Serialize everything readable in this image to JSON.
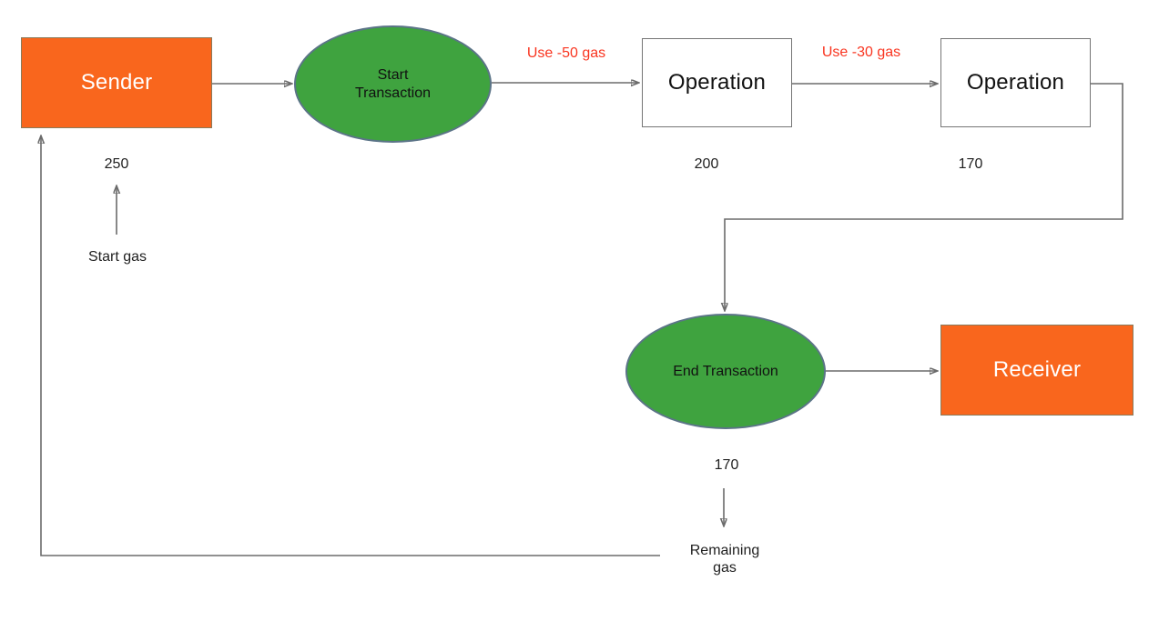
{
  "diagram": {
    "description": "Gas flow of a transaction from Sender through operations to Receiver",
    "nodes": {
      "sender": {
        "label": "Sender",
        "shape": "rectangle",
        "fill": "#f9661d",
        "text_color": "#ffffff"
      },
      "start_transaction": {
        "label": "Start Transaction",
        "shape": "ellipse",
        "fill": "#3fa33f",
        "text_color": "#111111"
      },
      "operation_1": {
        "label": "Operation",
        "shape": "rectangle",
        "fill": "#ffffff",
        "text_color": "#111111"
      },
      "operation_2": {
        "label": "Operation",
        "shape": "rectangle",
        "fill": "#ffffff",
        "text_color": "#111111"
      },
      "end_transaction": {
        "label": "End Transaction",
        "shape": "ellipse",
        "fill": "#3fa33f",
        "text_color": "#111111"
      },
      "receiver": {
        "label": "Receiver",
        "shape": "rectangle",
        "fill": "#f9661d",
        "text_color": "#ffffff"
      }
    },
    "edge_labels": {
      "use_50": "Use -50 gas",
      "use_30": "Use -30 gas"
    },
    "gas_values": {
      "start": "250",
      "after_operation_1": "200",
      "after_operation_2": "170",
      "end": "170"
    },
    "annotations": {
      "start_gas": "Start gas",
      "remaining_gas": "Remaining gas"
    },
    "colors": {
      "node_orange": "#f9661d",
      "node_green": "#3fa33f",
      "edge_label_red": "#f93520",
      "connector_gray": "#6b6b6b"
    }
  }
}
